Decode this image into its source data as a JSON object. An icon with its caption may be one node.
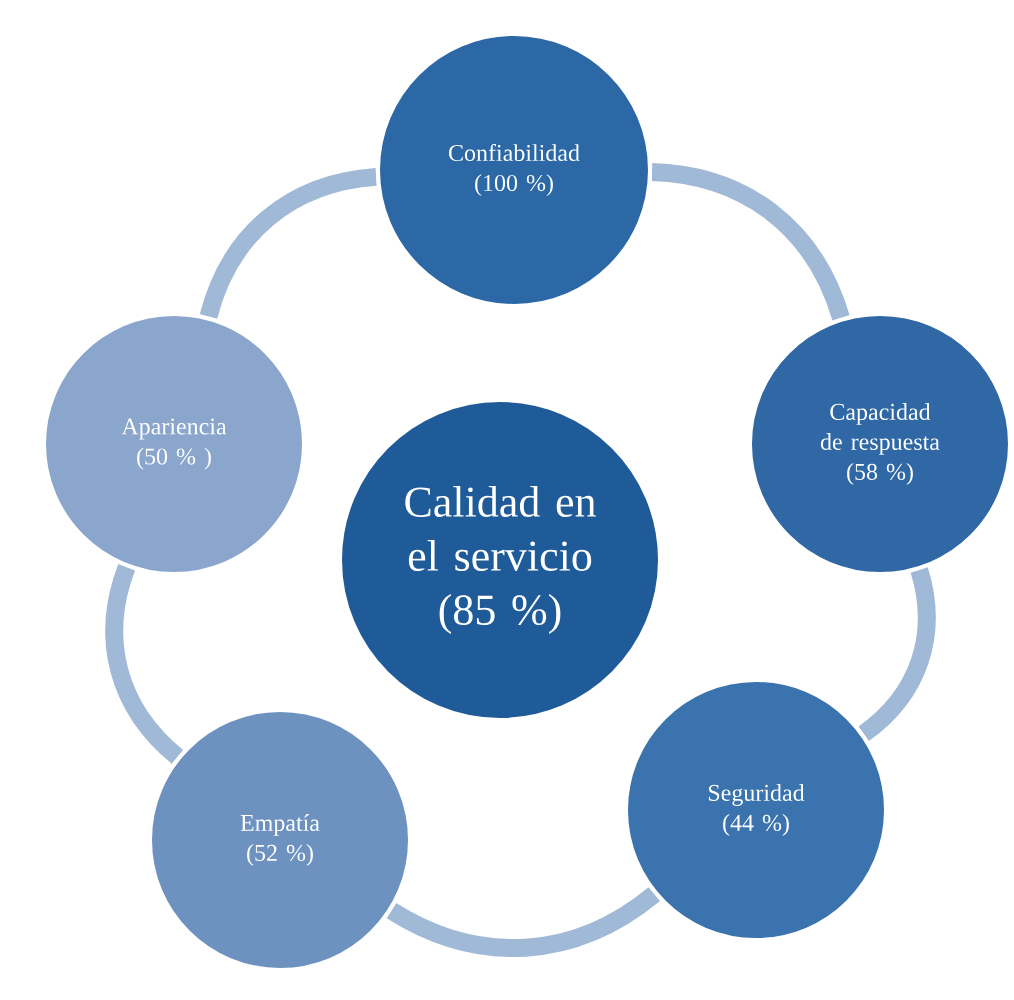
{
  "diagram": {
    "nodes": [
      {
        "text": [
          "Calidad en el servicio",
          "(85 %)"
        ]
      },
      {
        "text": [
          "Confiabilidad",
          "(100 %)"
        ]
      },
      {
        "text": [
          "Capacidad de respuesta",
          "(58 %)"
        ]
      },
      {
        "text": [
          "Seguridad",
          "(44 %)"
        ]
      },
      {
        "text": [
          "Empatía",
          "(52 %)"
        ]
      },
      {
        "text": [
          "Apariencia",
          "(50 % )"
        ]
      }
    ],
    "edges": [
      {
        "from": 1,
        "to": 2,
        "arrow": "none"
      },
      {
        "from": 2,
        "to": 3,
        "arrow": "none"
      },
      {
        "from": 3,
        "to": 4,
        "arrow": "none"
      },
      {
        "from": 4,
        "to": 5,
        "arrow": "none"
      },
      {
        "from": 5,
        "to": 1,
        "arrow": "none"
      }
    ]
  }
}
